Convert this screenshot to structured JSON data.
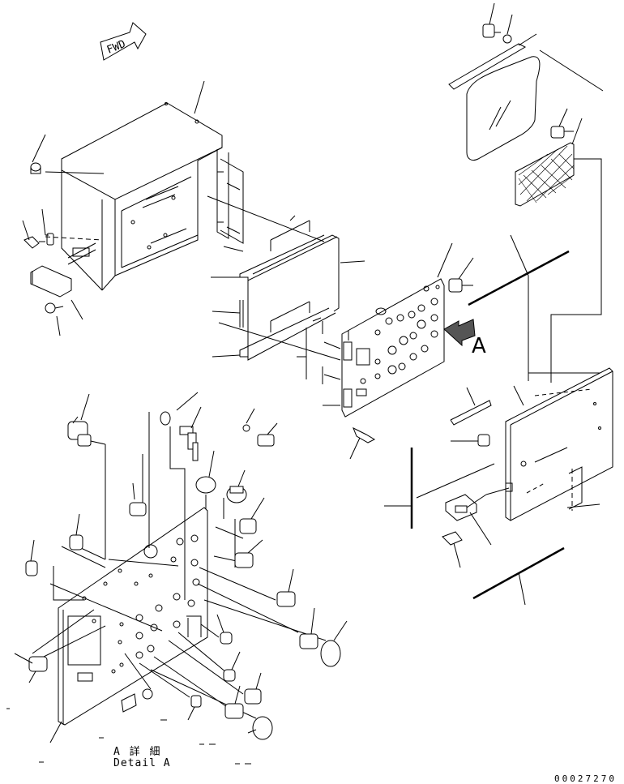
{
  "labels": {
    "fwd": "FWD",
    "view_a": "A",
    "detail_jp": "A 詳 細",
    "detail_en": "Detail A",
    "drawing_number": "00027270"
  },
  "colors": {
    "ink": "#000000",
    "paper": "#ffffff"
  }
}
